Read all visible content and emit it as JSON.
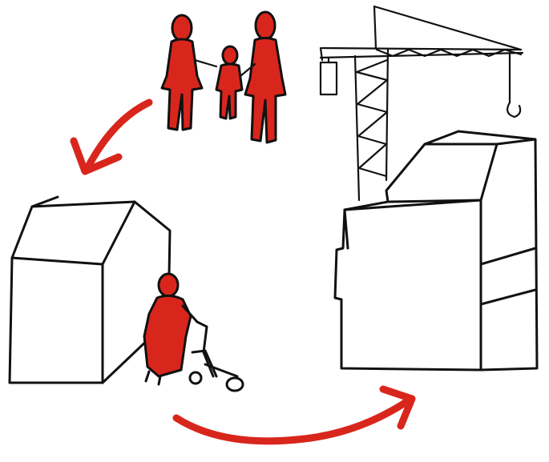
{
  "colors": {
    "ink": "#111111",
    "accent_red": "#d9261c",
    "background": "#ffffff"
  },
  "elements": {
    "family": "family-of-three-figures",
    "crane": "construction-crane",
    "small_house": "small-house",
    "large_building": "large-apartment-building",
    "elder": "person-with-walker",
    "arrow_top": "arrow-family-to-house",
    "arrow_bottom": "arrow-house-to-building"
  }
}
